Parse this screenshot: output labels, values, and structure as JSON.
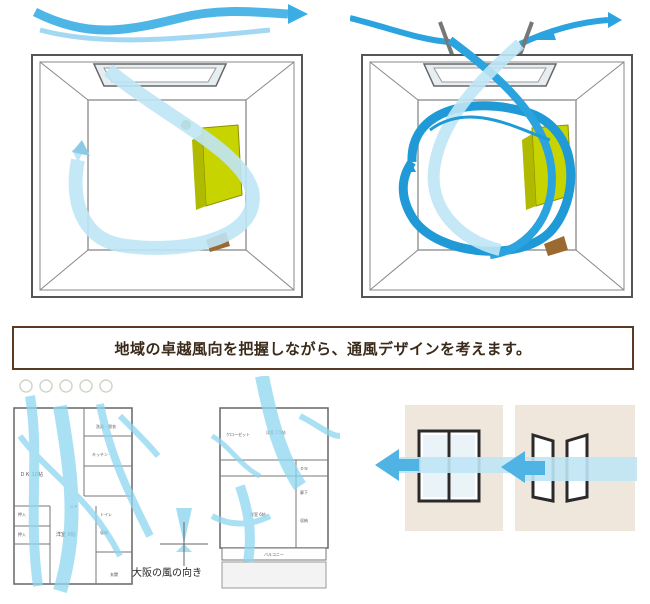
{
  "caption": "地域の卓越風向を把握しながら、通風デザインを考えます。",
  "floorplan": {
    "wind_label": "大阪の風の向き",
    "rooms_ground": [
      "ＤＫ 10帖",
      "洋室 6帖",
      "洗面・脱衣",
      "キッチン",
      "玄関",
      "ホール",
      "トイレ",
      "収納",
      "押入",
      "浴室",
      "ＵＰ"
    ],
    "rooms_upper": [
      "クローゼット",
      "洋室 7.5帖",
      "洋室 6帖",
      "ＤＮ",
      "廊下",
      "バルコニー",
      "収納"
    ]
  },
  "colors": {
    "airflow_light": "#bfe6f5",
    "airflow_strong": "#1f9ad6",
    "sofa": "#c8d400",
    "caption_border": "#5a3a22",
    "wall_tan": "#e8dccd"
  }
}
